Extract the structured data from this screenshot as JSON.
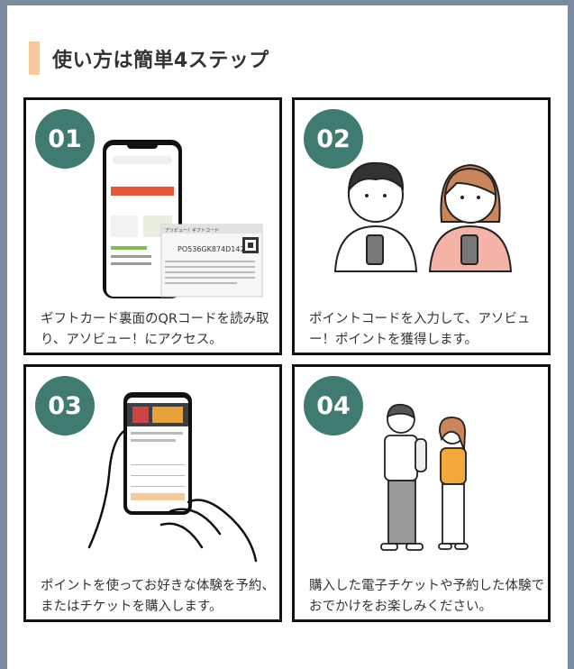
{
  "section_title": "使い方は簡単4ステップ",
  "steps": [
    {
      "number": "01",
      "text": "ギフトカード裏面のQRコードを読み取り、アソビュー！にアクセス。",
      "card_code": "PO536GK874D142",
      "card_title": "アソビュー！ギフトコード"
    },
    {
      "number": "02",
      "text": "ポイントコードを入力して、アソビュー！ポイントを獲得します。"
    },
    {
      "number": "03",
      "text": "ポイントを使ってお好きな体験を予約、またはチケットを購入します。"
    },
    {
      "number": "04",
      "text": "購入した電子チケットや予約した体験でおでかけをお楽しみください。"
    }
  ],
  "colors": {
    "accent": "#f6c89b",
    "badge": "#3f7b70",
    "button": "#e8553b"
  }
}
